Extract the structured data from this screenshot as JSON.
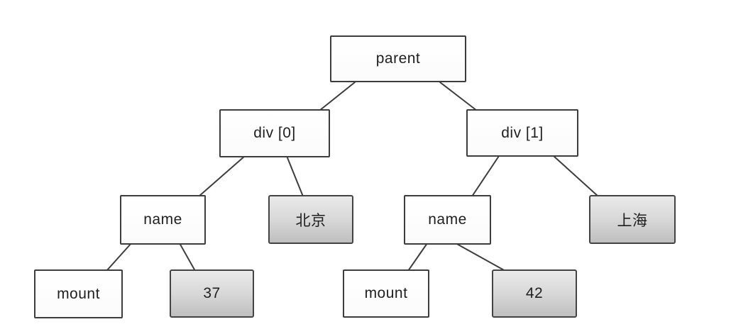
{
  "diagram": {
    "type": "tree",
    "background": "#ffffff",
    "colors": {
      "box_border": "#3d3d3d",
      "white_box_bg": "#ffffff",
      "gray_box_gradient_top": "#eaeaea",
      "gray_box_gradient_bottom": "#bfbfbf",
      "edge_line": "#3d3d3d",
      "text": "#1f1f1f"
    },
    "nodes": [
      {
        "id": "parent",
        "label": "parent",
        "style": "white"
      },
      {
        "id": "div0",
        "label": "div [0]",
        "style": "white"
      },
      {
        "id": "div1",
        "label": "div [1]",
        "style": "white"
      },
      {
        "id": "name0",
        "label": "name",
        "style": "white"
      },
      {
        "id": "beijing",
        "label": "北京",
        "style": "gray"
      },
      {
        "id": "name1",
        "label": "name",
        "style": "white"
      },
      {
        "id": "shanghai",
        "label": "上海",
        "style": "gray"
      },
      {
        "id": "mount0",
        "label": "mount",
        "style": "white"
      },
      {
        "id": "value37",
        "label": "37",
        "style": "gray"
      },
      {
        "id": "mount1",
        "label": "mount",
        "style": "white"
      },
      {
        "id": "value42",
        "label": "42",
        "style": "gray"
      }
    ],
    "edges": [
      {
        "from": "parent",
        "to": "div0"
      },
      {
        "from": "parent",
        "to": "div1"
      },
      {
        "from": "div0",
        "to": "name0"
      },
      {
        "from": "div0",
        "to": "beijing"
      },
      {
        "from": "div1",
        "to": "name1"
      },
      {
        "from": "div1",
        "to": "shanghai"
      },
      {
        "from": "name0",
        "to": "mount0"
      },
      {
        "from": "name0",
        "to": "value37"
      },
      {
        "from": "name1",
        "to": "mount1"
      },
      {
        "from": "name1",
        "to": "value42"
      }
    ]
  }
}
